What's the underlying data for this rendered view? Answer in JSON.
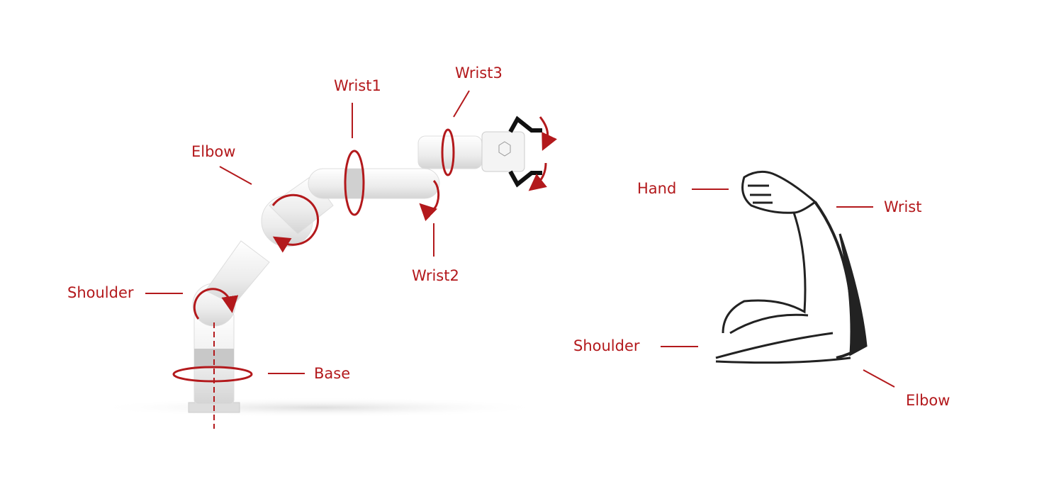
{
  "colors": {
    "accent": "#b3191c",
    "robot": "#f2f2f2",
    "arm_ink": "#222222"
  },
  "robot_labels": {
    "wrist1": "Wrist1",
    "wrist2": "Wrist2",
    "wrist3": "Wrist3",
    "elbow": "Elbow",
    "shoulder": "Shoulder",
    "base": "Base"
  },
  "human_labels": {
    "hand": "Hand",
    "wrist": "Wrist",
    "shoulder": "Shoulder",
    "elbow": "Elbow"
  }
}
